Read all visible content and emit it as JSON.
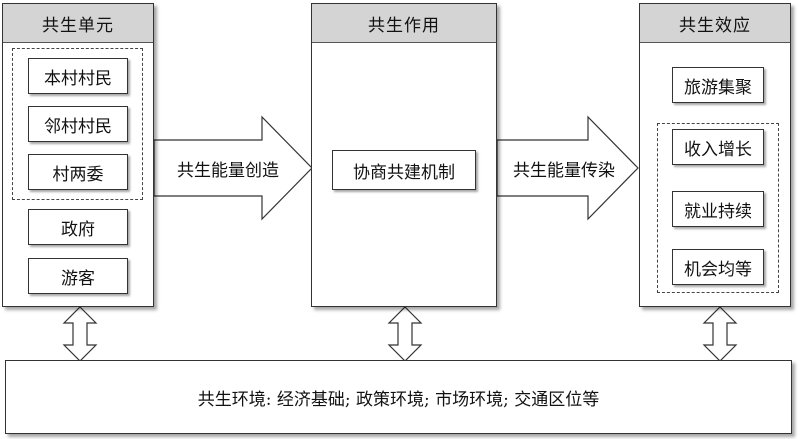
{
  "columns": {
    "units": {
      "title": "共生单元",
      "group": [
        "本村村民",
        "邻村村民",
        "村两委"
      ],
      "others": [
        "政府",
        "游客"
      ]
    },
    "action": {
      "title": "共生作用",
      "mechanism": "协商共建机制"
    },
    "effects": {
      "title": "共生效应",
      "top": "旅游集聚",
      "group": [
        "收入增长",
        "就业持续",
        "机会均等"
      ]
    }
  },
  "arrows": {
    "left_label": "共生能量创造",
    "right_label": "共生能量传染"
  },
  "environment": {
    "text": "共生环境: 经济基础; 政策环境; 市场环境; 交通区位等"
  }
}
